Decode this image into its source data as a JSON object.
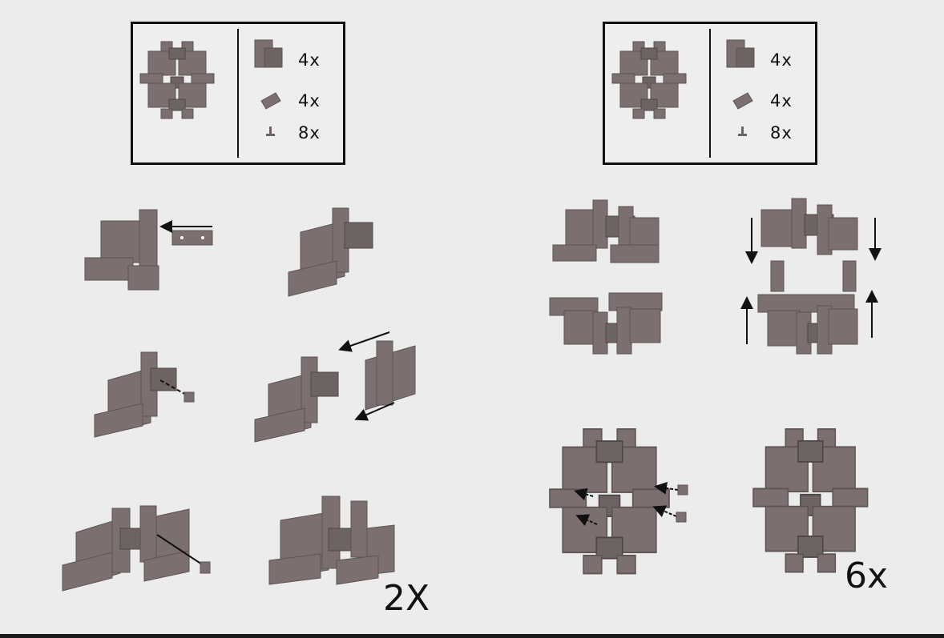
{
  "panels": [
    {
      "parts_box": {
        "items": [
          {
            "icon": "large-plate-icon",
            "qty": "4x"
          },
          {
            "icon": "small-plate-icon",
            "qty": "4x"
          },
          {
            "icon": "pin-icon",
            "qty": "8x"
          }
        ]
      },
      "multiplier": "2X"
    },
    {
      "parts_box": {
        "items": [
          {
            "icon": "large-plate-icon",
            "qty": "4x"
          },
          {
            "icon": "small-plate-icon",
            "qty": "4x"
          },
          {
            "icon": "pin-icon",
            "qty": "8x"
          }
        ]
      },
      "multiplier": "6x"
    }
  ],
  "colors": {
    "part": "#7b6f6f",
    "part_edge": "#5e5454",
    "ink": "#111111",
    "background": "#ececec"
  }
}
